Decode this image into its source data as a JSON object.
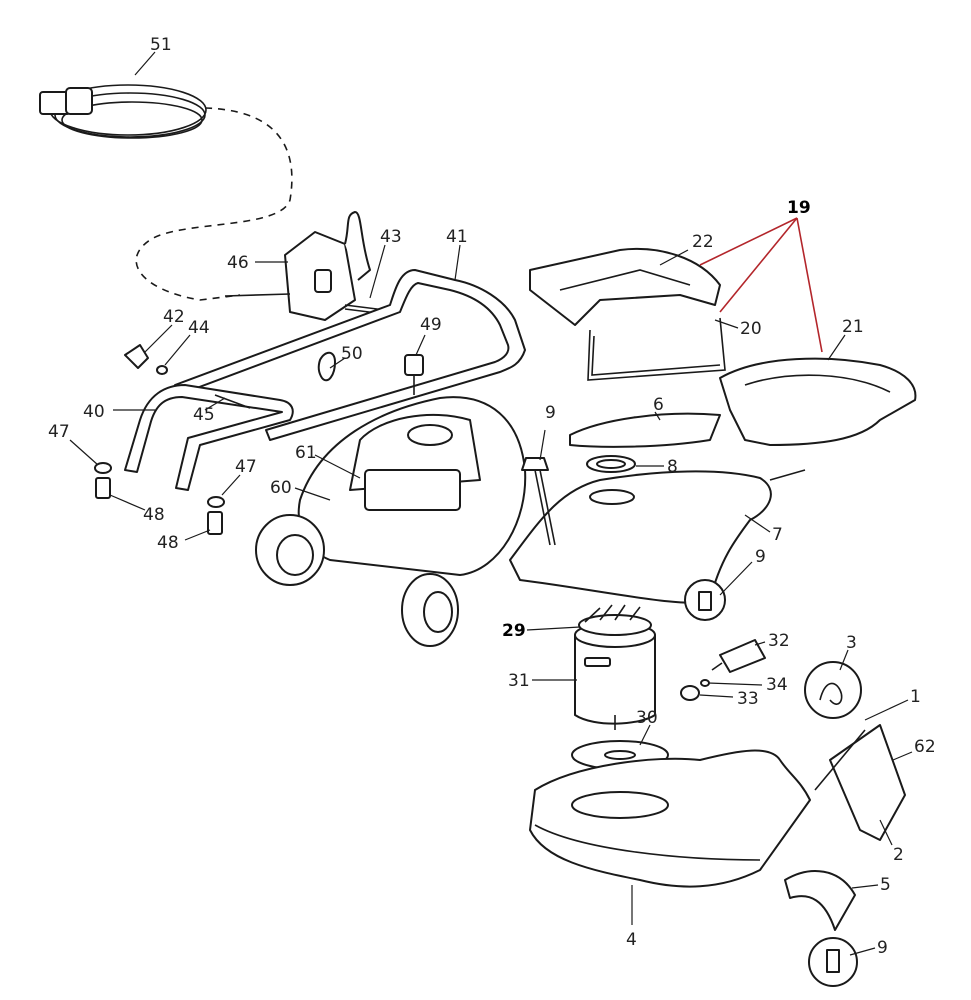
{
  "colors": {
    "line": "#1a1a1a",
    "callout_red": "#b3262b",
    "background": "#ffffff"
  },
  "labels": {
    "p51": "51",
    "p46": "46",
    "p43": "43",
    "p41": "41",
    "p42": "42",
    "p44": "44",
    "p50": "50",
    "p49": "49",
    "p40": "40",
    "p45": "45",
    "p47a": "47",
    "p47b": "47",
    "p48a": "48",
    "p48b": "48",
    "p61": "61",
    "p60": "60",
    "p19": "19",
    "p22": "22",
    "p20": "20",
    "p21": "21",
    "p6": "6",
    "p9a": "9",
    "p8": "8",
    "p7": "7",
    "p9b": "9",
    "p29": "29",
    "p32": "32",
    "p31": "31",
    "p3": "3",
    "p34": "34",
    "p33": "33",
    "p1": "1",
    "p30": "30",
    "p62": "62",
    "p2": "2",
    "p5": "5",
    "p4": "4",
    "p9c": "9"
  }
}
